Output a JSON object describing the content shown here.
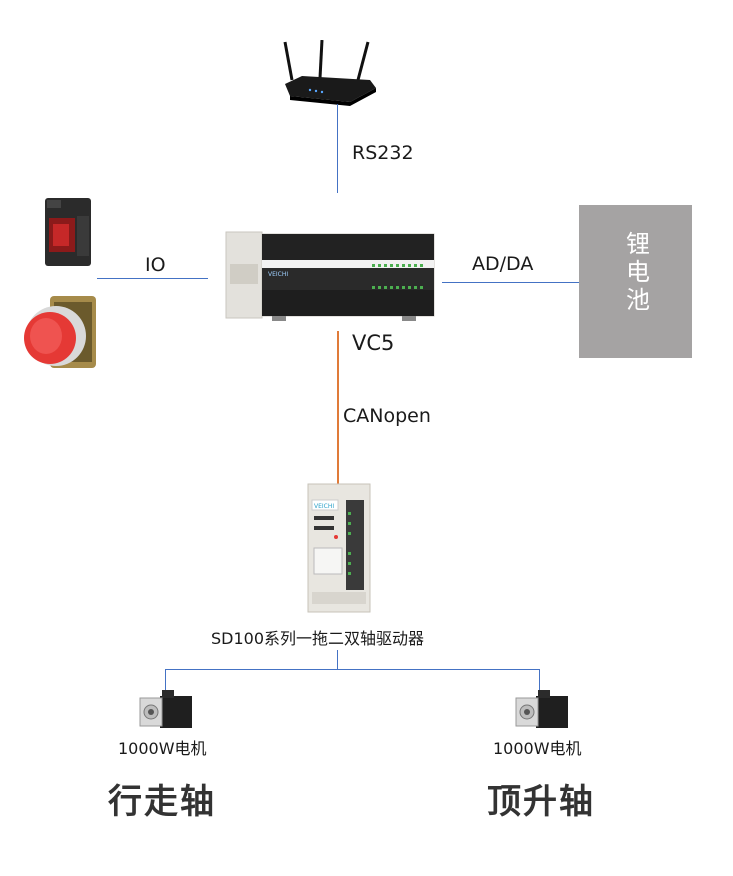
{
  "labels": {
    "rs232": "RS232",
    "io": "IO",
    "adda": "AD/DA",
    "vc5": "VC5",
    "canopen": "CANopen",
    "driver": "SD100系列一拖二双轴驱动器",
    "motor_left": "1000W电机",
    "motor_right": "1000W电机",
    "axis_left": "行走轴",
    "axis_right": "顶升轴"
  },
  "battery": {
    "text": "锂电池",
    "color": "#a5a3a3"
  },
  "colors": {
    "link": "#4472c4",
    "canopen_link": "#e07b39"
  },
  "icons": [
    "router-icon",
    "photoelectric-sensor-icon",
    "push-button-icon",
    "plc-controller-icon",
    "servo-driver-icon",
    "servo-motor-icon"
  ]
}
